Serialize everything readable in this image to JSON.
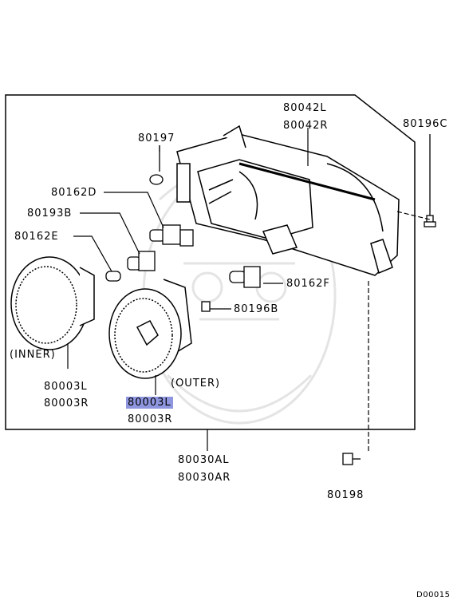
{
  "parts": {
    "bracket_l": "80042L",
    "bracket_r": "80042R",
    "screw_196c": "80196C",
    "screw_197": "80197",
    "bulb_162d": "80162D",
    "socket_193b": "80193B",
    "bulb_162e": "80162E",
    "bulb_162f": "80162F",
    "clip_196b": "80196B",
    "inner_label": "(INNER)",
    "inner_l": "80003L",
    "inner_r": "80003R",
    "outer_label": "(OUTER)",
    "outer_l": "80003L",
    "outer_r": "80003R",
    "assy_l": "80030AL",
    "assy_r": "80030AR",
    "bolt_198": "80198"
  },
  "highlighted_part": "80003L",
  "highlight_color": "#8f96e0",
  "diagram_code": "D00015"
}
